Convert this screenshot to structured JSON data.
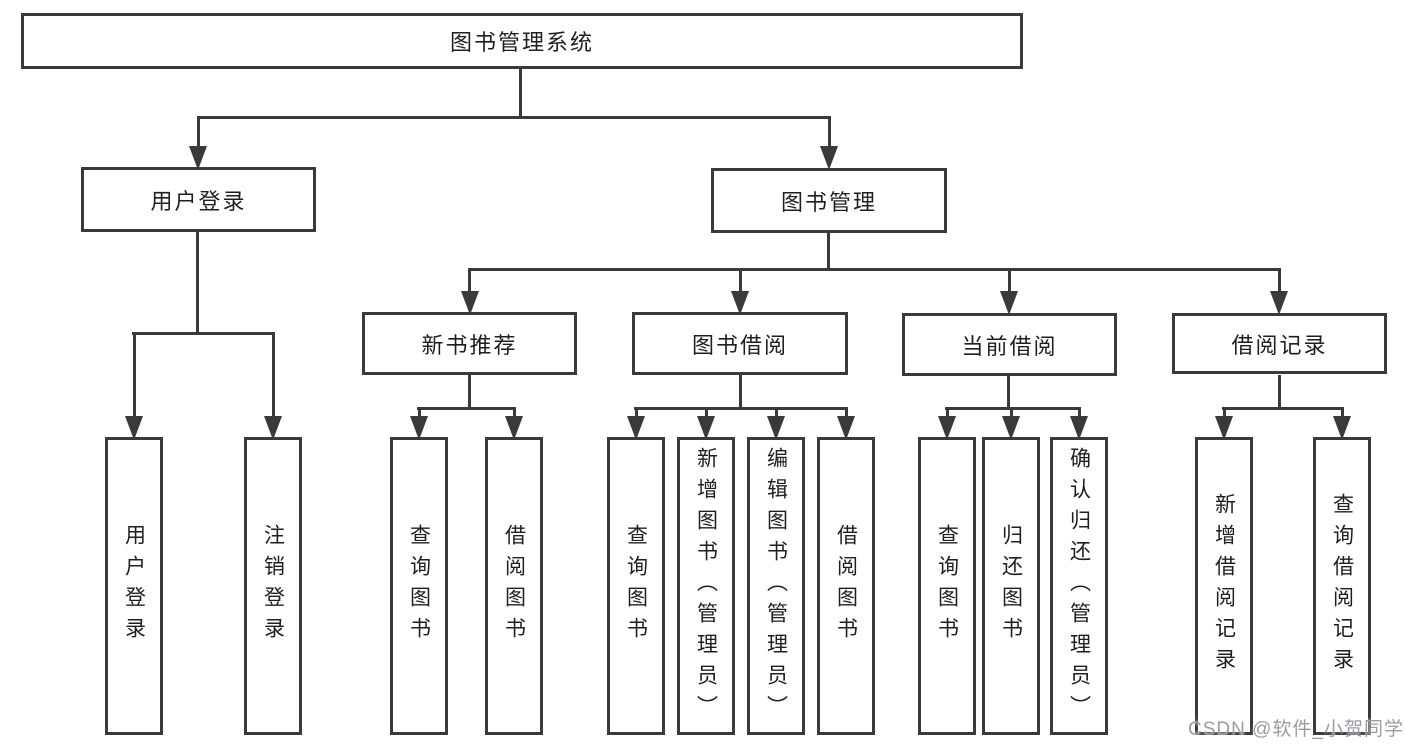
{
  "diagram": {
    "tree": {
      "label": "图书管理系统",
      "children": [
        {
          "label": "用户登录",
          "children": [
            {
              "label": "用户登录"
            },
            {
              "label": "注销登录"
            }
          ]
        },
        {
          "label": "图书管理",
          "children": [
            {
              "label": "新书推荐",
              "children": [
                {
                  "label": "查询图书"
                },
                {
                  "label": "借阅图书"
                }
              ]
            },
            {
              "label": "图书借阅",
              "children": [
                {
                  "label": "查询图书"
                },
                {
                  "label": "新增图书（管理员）"
                },
                {
                  "label": "编辑图书（管理员）"
                },
                {
                  "label": "借阅图书"
                }
              ]
            },
            {
              "label": "当前借阅",
              "children": [
                {
                  "label": "查询图书"
                },
                {
                  "label": "归还图书"
                },
                {
                  "label": "确认归还（管理员）"
                }
              ]
            },
            {
              "label": "借阅记录",
              "children": [
                {
                  "label": "新增借阅记录"
                },
                {
                  "label": "查询借阅记录"
                }
              ]
            }
          ]
        }
      ]
    },
    "watermark": "CSDN @软件_小贺同学",
    "colors": {
      "line": "#3a3a3a",
      "text": "#1f1f1f",
      "watermark": "#9b9ba3",
      "background": "#ffffff"
    }
  }
}
